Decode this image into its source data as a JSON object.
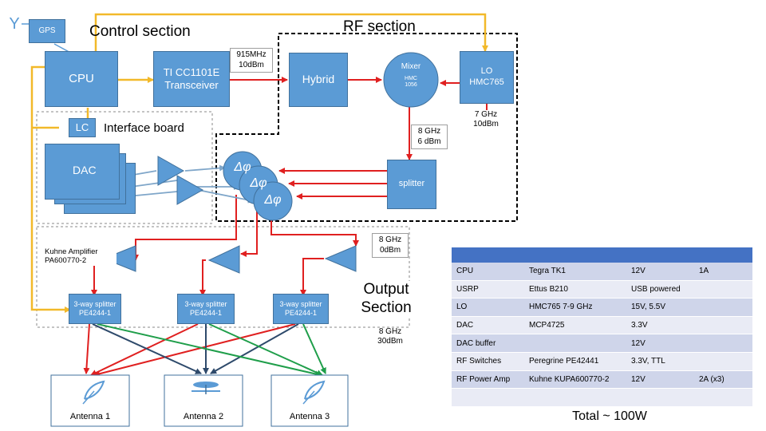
{
  "antenna_symbol": "Y",
  "sections": {
    "gps": "GPS",
    "control": "Control section",
    "rf": "RF section",
    "interface": "Interface board",
    "output_line1": "Output",
    "output_line2": "Section"
  },
  "blocks": {
    "cpu": "CPU",
    "transceiver_line1": "TI CC1101E",
    "transceiver_line2": "Transceiver",
    "hybrid": "Hybrid",
    "mixer_line1": "Mixer",
    "mixer_line2": "HMC",
    "mixer_line3": "1056",
    "lo_line1": "LO",
    "lo_line2": "HMC765",
    "lc": "LC",
    "dac": "DAC",
    "splitter": "splitter",
    "phase": "Δφ",
    "splitter3way_line1": "3-way splitter",
    "splitter3way_line2": "PE4244-1"
  },
  "notes": {
    "freq_915_line1": "915MHz",
    "freq_915_line2": "10dBm",
    "lo_out_line1": "7 GHz",
    "lo_out_line2": "10dBm",
    "mixer_out_line1": "8 GHz",
    "mixer_out_line2": "6 dBm",
    "amp_in_line1": "8 GHz",
    "amp_in_line2": "0dBm",
    "out_line1": "8 GHz",
    "out_line2": "30dBm",
    "kuhne_line1": "Kuhne Amplifier",
    "kuhne_line2": "PA600770-2"
  },
  "antennas": [
    "Antenna 1",
    "Antenna 2",
    "Antenna 3"
  ],
  "table": {
    "rows": [
      [
        "CPU",
        "Tegra TK1",
        "12V",
        "1A"
      ],
      [
        "USRP",
        "Ettus B210",
        "USB powered",
        ""
      ],
      [
        "LO",
        "HMC765 7-9 GHz",
        "15V, 5.5V",
        ""
      ],
      [
        "DAC",
        "MCP4725",
        "3.3V",
        ""
      ],
      [
        "DAC buffer",
        "",
        "12V",
        ""
      ],
      [
        "RF Switches",
        "Peregrine PE42441",
        "3.3V, TTL",
        ""
      ],
      [
        "RF Power Amp",
        "Kuhne KUPA600770-2",
        "12V",
        "2A (x3)"
      ],
      [
        "",
        "",
        "",
        ""
      ]
    ]
  },
  "total": "Total ~ 100W",
  "colors": {
    "block": "#5b9bd5",
    "control_line": "#f2b92a",
    "rf_line": "#e02020",
    "analog_line": "#7fa6c9",
    "antenna2_line": "#2e4a6b",
    "antenna3_line": "#1f9e4a",
    "table_header": "#4472c4",
    "table_row_a": "#cfd5ea",
    "table_row_b": "#e9ebf5"
  }
}
